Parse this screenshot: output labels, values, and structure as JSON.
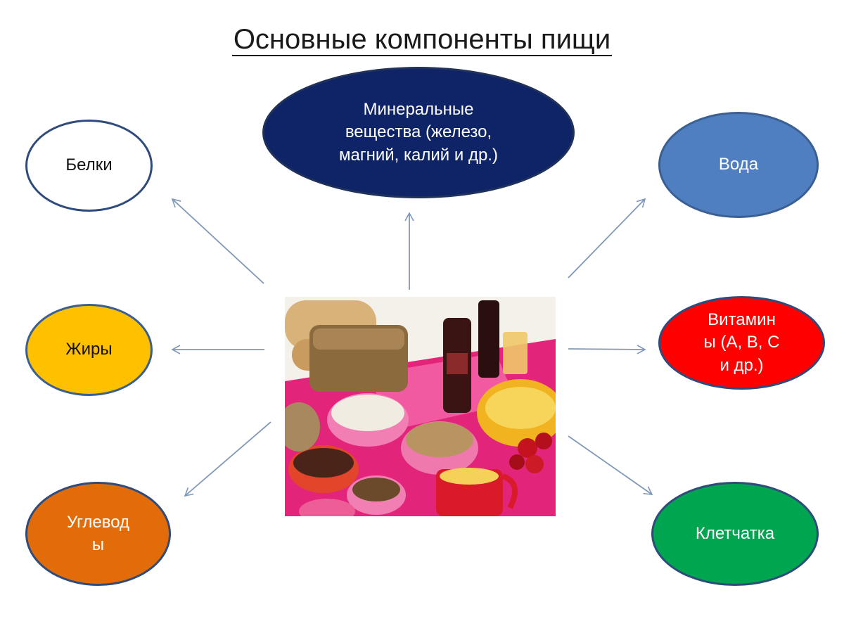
{
  "title": "Основные компоненты пищи",
  "nodes": {
    "minerals": "Минеральные\nвещества (железо,\nмагний, калий и др.)",
    "proteins": "Белки",
    "water": "Вода",
    "fats": "Жиры",
    "vitamins": "Витамин\nы (А, В, С\nи др.)",
    "carbs": "Углевод\nы",
    "fiber": "Клетчатка"
  },
  "colors": {
    "minerals": "#0e2466",
    "proteins": "#ffffff",
    "water": "#4f7fc0",
    "fats": "#ffc000",
    "vitamins": "#ff0000",
    "carbs": "#e36c0a",
    "fiber": "#00a550",
    "border": "#2f4b7c",
    "arrow": "#7f98b8"
  },
  "photo_icon": "food-table-photo"
}
